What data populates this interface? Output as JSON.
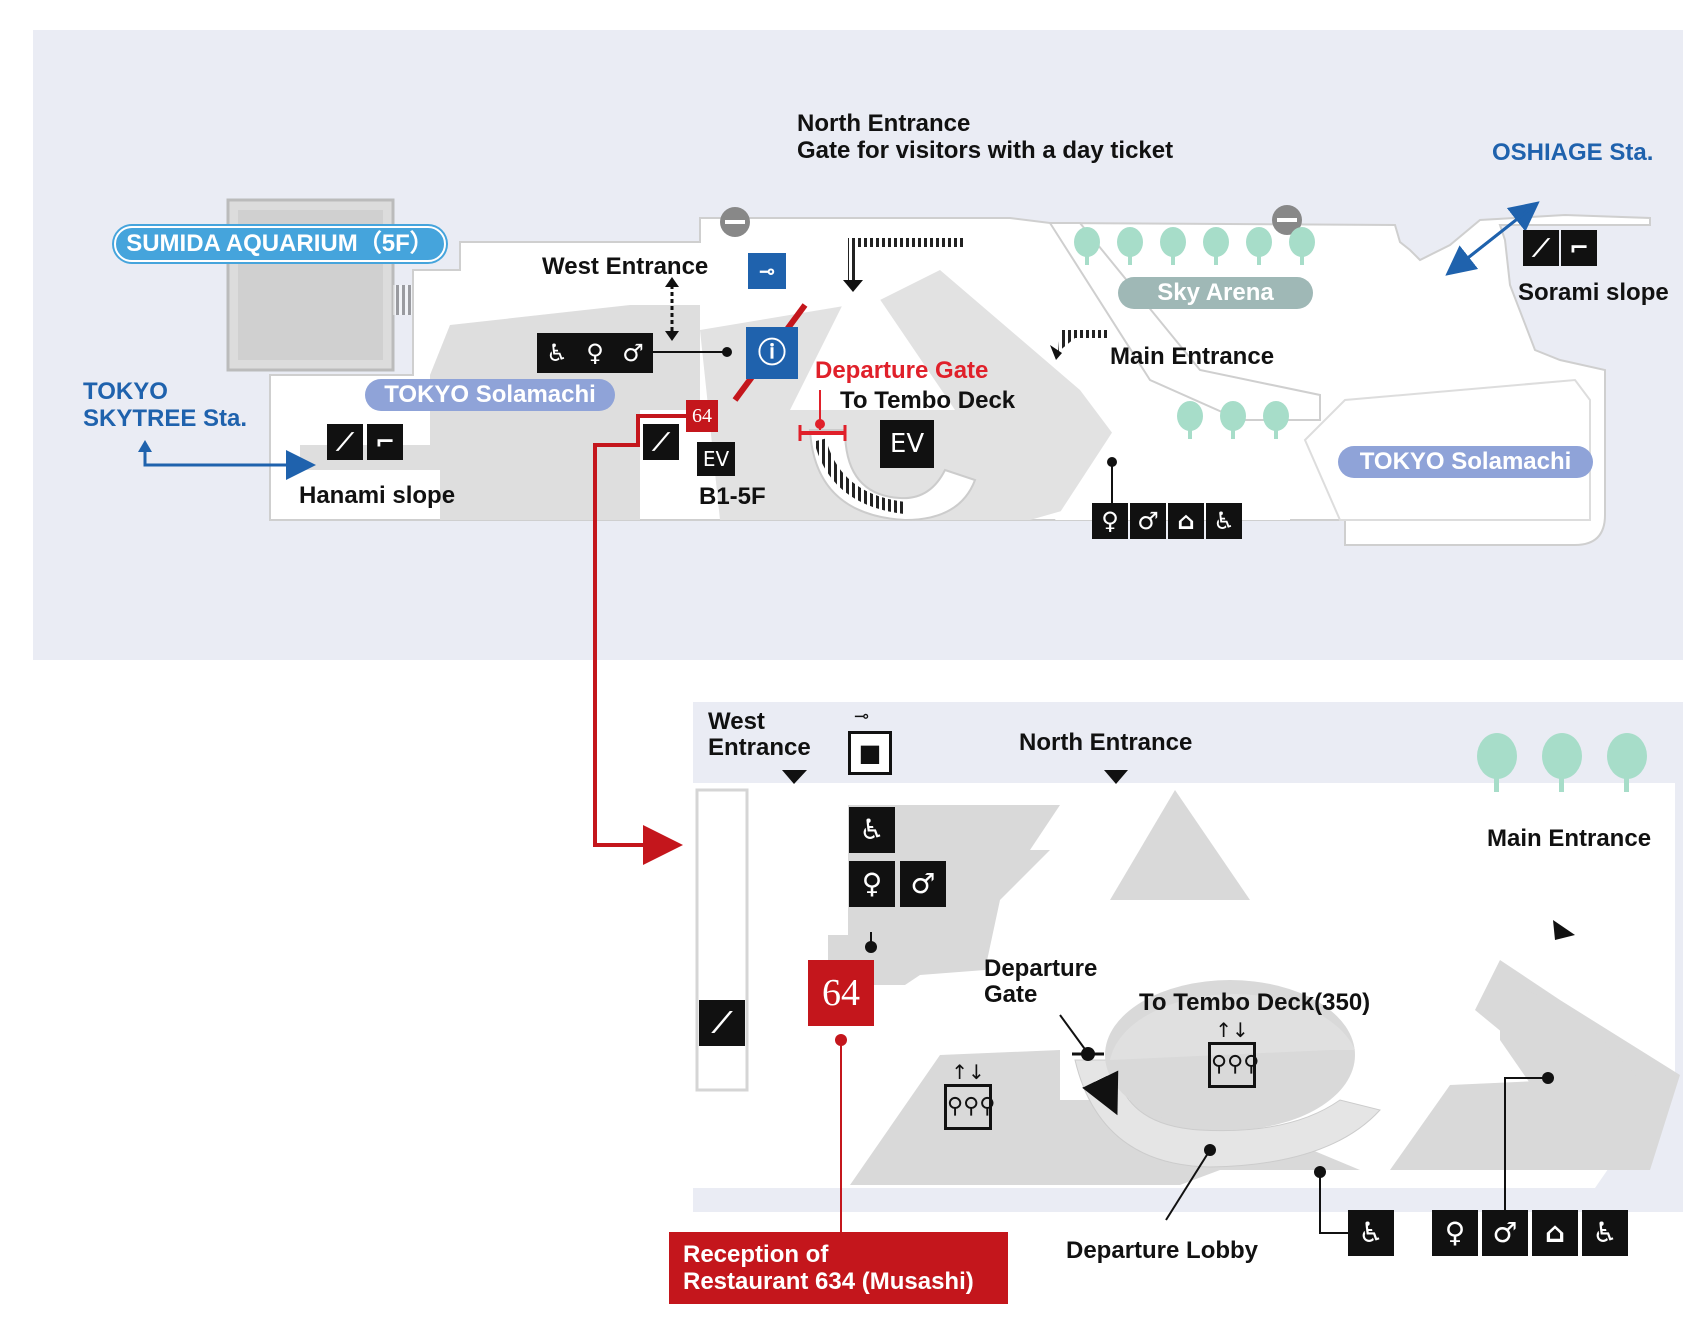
{
  "upper_map": {
    "north_entrance": "North Entrance",
    "north_gate_note": "Gate for visitors with a day ticket",
    "oshiage_sta": "OSHIAGE Sta.",
    "sumida_aquarium": "SUMIDA AQUARIUM（5F）",
    "west_entrance": "West Entrance",
    "sky_arena": "Sky Arena",
    "sorami_slope": "Sorami slope",
    "main_entrance": "Main Entrance",
    "tokyo_skytree_sta_line1": "TOKYO",
    "tokyo_skytree_sta_line2": "SKYTREE Sta.",
    "solamachi_west": "TOKYO Solamachi",
    "solamachi_east": "TOKYO Solamachi",
    "departure_gate": "Departure Gate",
    "to_tembo_deck": "To Tembo Deck",
    "ev": "EV",
    "ev_small": "EV",
    "b1_5f": "B1-5F",
    "hanami_slope": "Hanami slope",
    "restaurant_badge": "64"
  },
  "lower_map": {
    "west_entrance_line1": "West",
    "west_entrance_line2": "Entrance",
    "north_entrance": "North Entrance",
    "main_entrance": "Main Entrance",
    "departure_gate_line1": "Departure",
    "departure_gate_line2": "Gate",
    "to_tembo_deck": "To Tembo Deck(350)",
    "departure_lobby": "Departure Lobby",
    "restaurant_badge": "64",
    "reception_line1": "Reception of",
    "reception_line2": "Restaurant 634 (Musashi)"
  },
  "colors": {
    "map_bg": "#eaecf4",
    "floor": "#ffffff",
    "shade": "#d9d9d9",
    "station_blue": "#1f62ad",
    "solamachi_pill": "#8fa3d8",
    "aquarium_pill": "#45a4dc",
    "sky_arena_pill": "#9fb8b6",
    "restaurant_red": "#c4161c",
    "departure_red": "#e0202a",
    "tree": "#a7ddc9"
  },
  "icons": [
    "smoking-area-icon",
    "coin-locker-icon",
    "information-desk-icon",
    "wheelchair-icon",
    "female-restroom-icon",
    "male-restroom-icon",
    "baby-care-icon",
    "escalator-icon",
    "stairs-icon",
    "elevator-icon",
    "luggage-icon",
    "tree-icon",
    "restaurant-634-logo"
  ]
}
